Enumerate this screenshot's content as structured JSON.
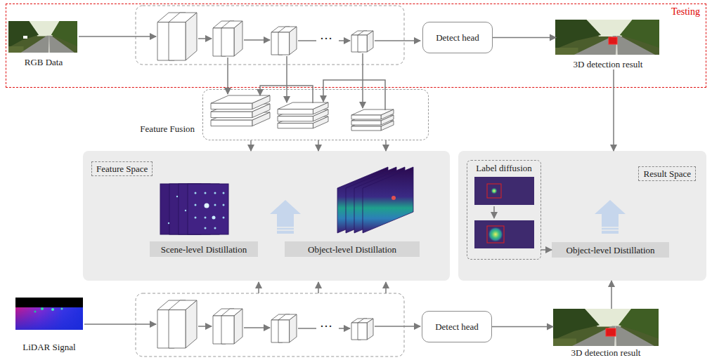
{
  "diagram": {
    "nodes": [
      {
        "text": [
          "Testing"
        ]
      },
      {
        "text": [
          "RGB Data"
        ],
        "in": 0
      },
      {
        "text": [
          "Detect head"
        ],
        "in": 0
      },
      {
        "text": [
          "3D detection result"
        ],
        "in": 0
      },
      {
        "text": [
          "Feature Fusion"
        ]
      },
      {
        "text": [
          "Feature Space"
        ]
      },
      {
        "text": [
          "Scene-level Distillation"
        ],
        "in": 5
      },
      {
        "text": [
          "Object-level Distillation"
        ],
        "in": 5
      },
      {
        "text": [
          "Result Space"
        ]
      },
      {
        "text": [
          "Label diffusion"
        ],
        "in": 8
      },
      {
        "text": [
          "Object-level Distillation"
        ],
        "in": 8
      },
      {
        "text": [
          "LiDAR Signal"
        ]
      },
      {
        "text": [
          "Detect head"
        ]
      },
      {
        "text": [
          "3D detection result"
        ]
      }
    ],
    "edges": [
      {
        "from": 2,
        "to": 3,
        "arrow": "to"
      },
      {
        "from": 3,
        "to": 8,
        "arrow": "to"
      },
      {
        "from": 4,
        "to": 5,
        "arrow": "to"
      },
      {
        "from": 4,
        "to": 5,
        "arrow": "to"
      },
      {
        "from": 4,
        "to": 5,
        "arrow": "to"
      },
      {
        "from": 9,
        "to": 10,
        "arrow": "to"
      },
      {
        "from": 12,
        "to": 13,
        "arrow": "to"
      },
      {
        "from": 13,
        "to": 8,
        "arrow": "to"
      }
    ],
    "labels": [
      "…",
      "…"
    ]
  }
}
